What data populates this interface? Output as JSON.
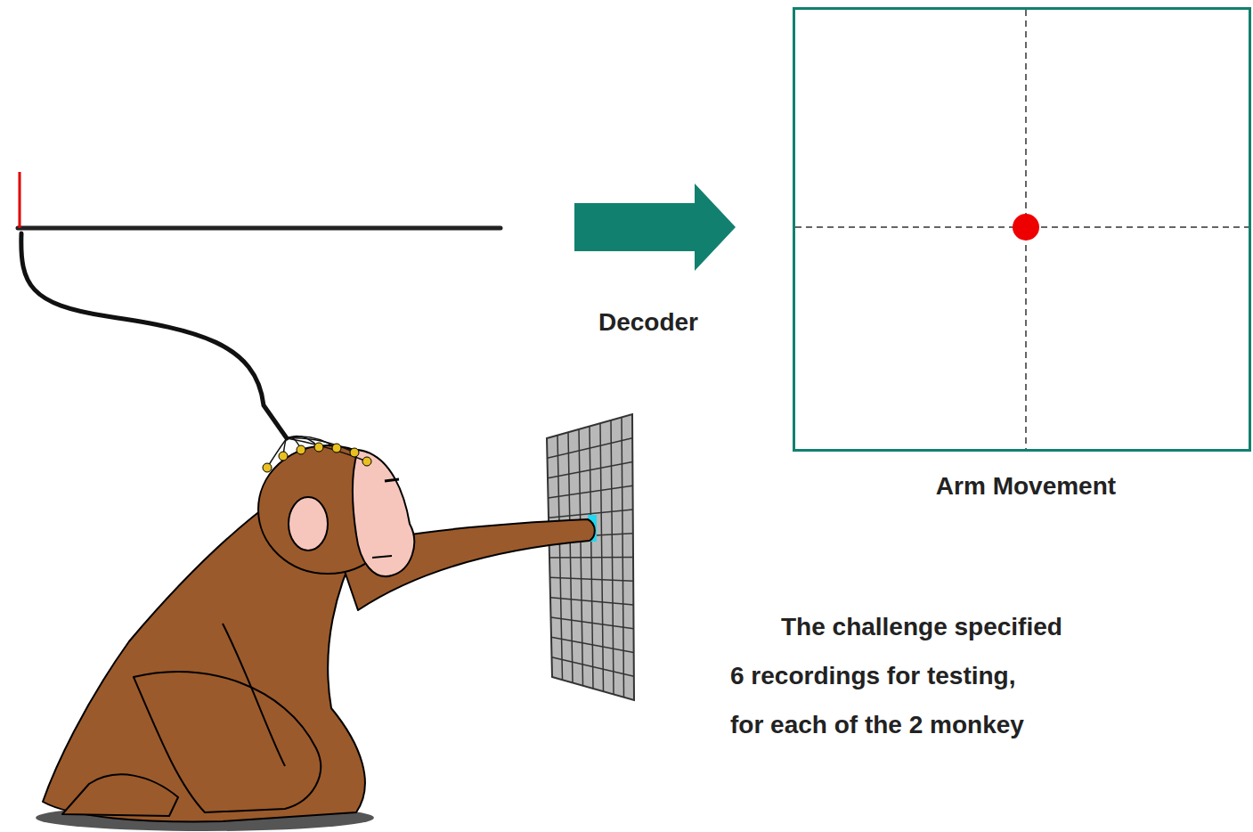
{
  "diagram": {
    "nodes": [
      {
        "text": [
          "Arm Movement"
        ]
      }
    ],
    "labels": [
      "Decoder",
      "The challenge specified",
      "6 recordings for testing,",
      "for each of the 2 monkey"
    ]
  }
}
